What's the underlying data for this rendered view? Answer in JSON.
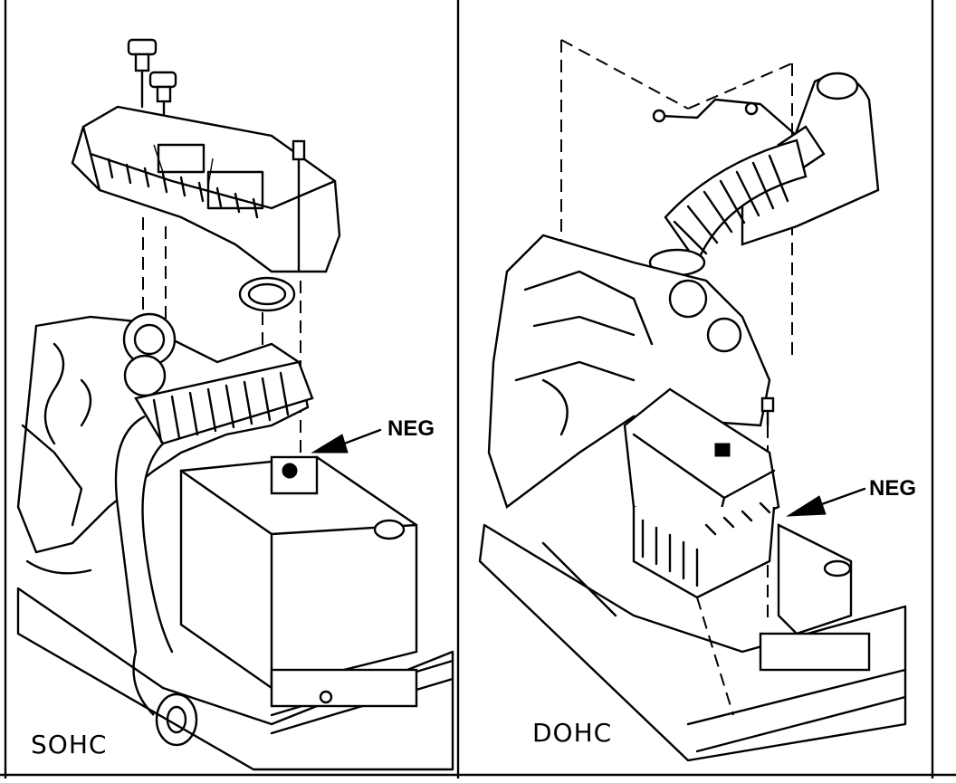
{
  "panels": {
    "left": {
      "label": "SOHC",
      "callout": "NEG"
    },
    "right": {
      "label": "DOHC",
      "callout": "NEG"
    }
  },
  "colors": {
    "ink": "#000000",
    "paper": "#ffffff"
  }
}
